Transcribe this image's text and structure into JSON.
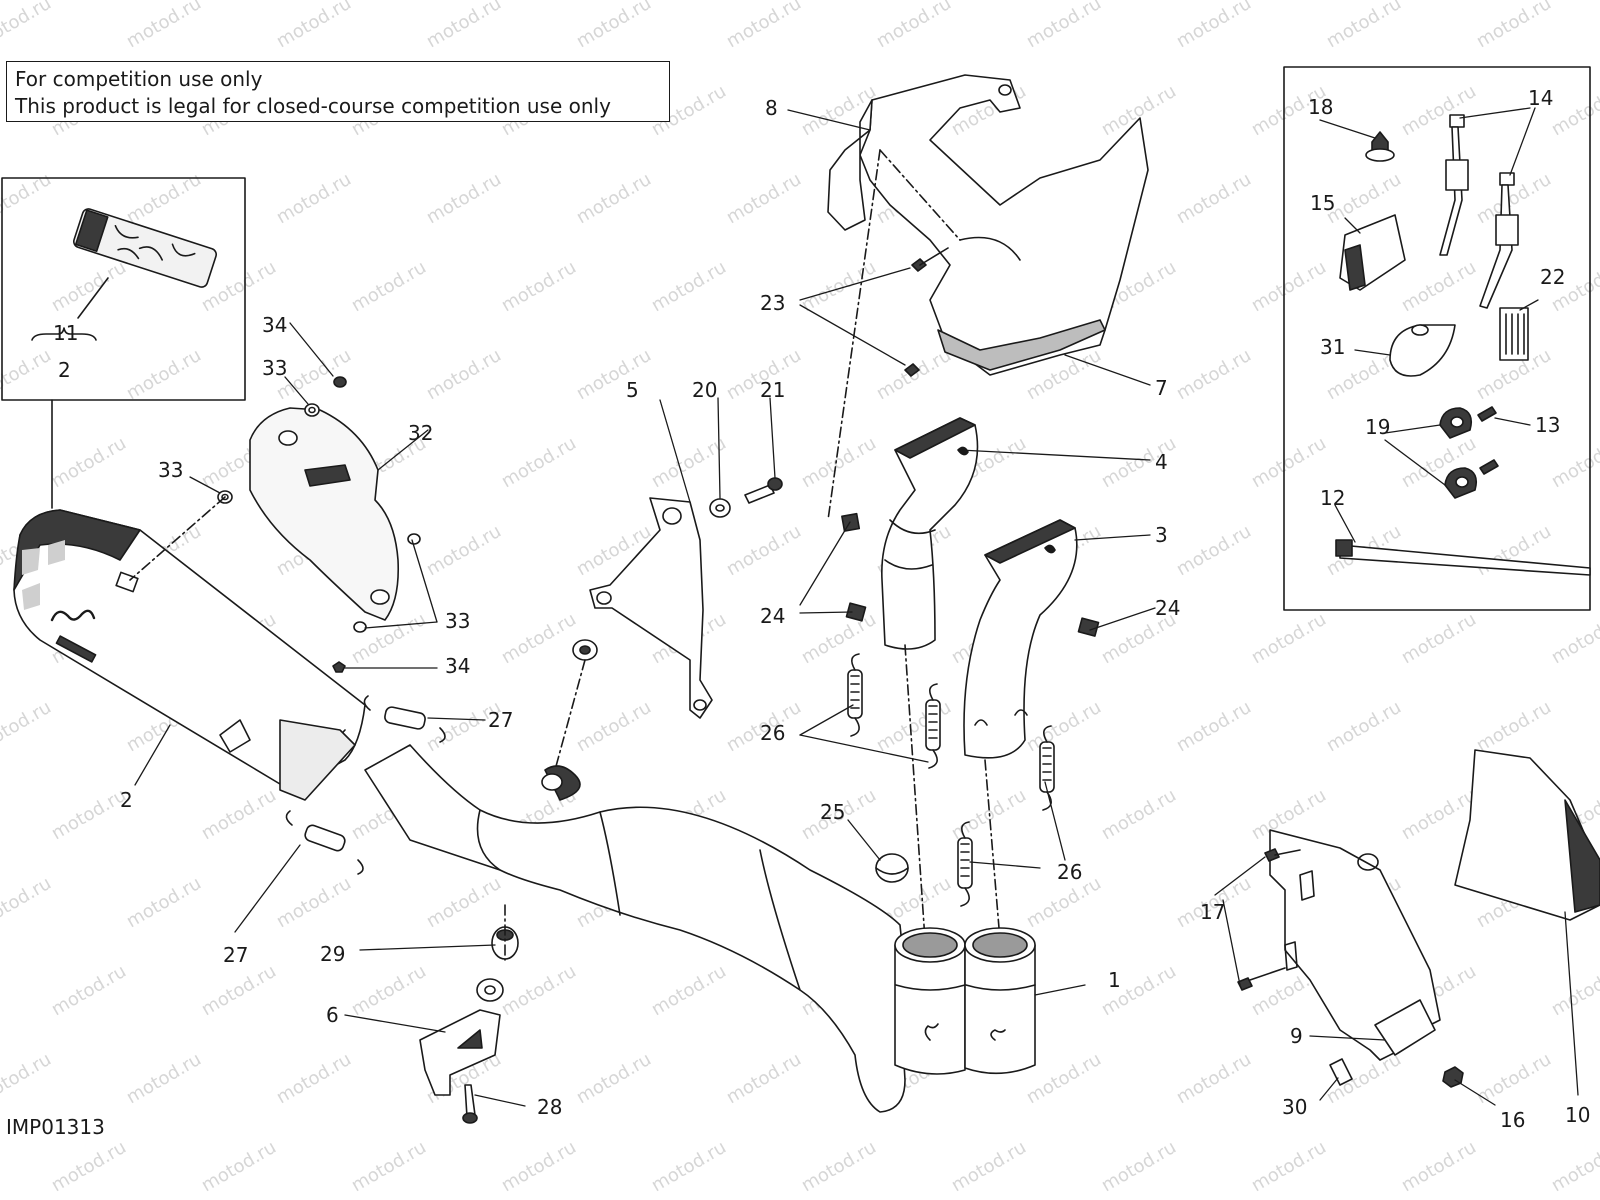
{
  "notice": {
    "line1": "For competition use only",
    "line2": "This product is legal for closed-course competition use only"
  },
  "drawing_code": "IMP01313",
  "watermark": "motod.ru",
  "colors": {
    "ink": "#1a1a1a",
    "watermark": "#d6d6d6",
    "fill_dark": "#3a3a3a",
    "fill_mid": "#9a9a9a"
  },
  "callouts": {
    "c1": "1",
    "c2a": "2",
    "c2b": "2",
    "c3": "3",
    "c4": "4",
    "c5": "5",
    "c6": "6",
    "c7": "7",
    "c8": "8",
    "c9": "9",
    "c10": "10",
    "c11": "11",
    "c12": "12",
    "c13": "13",
    "c14": "14",
    "c15": "15",
    "c16": "16",
    "c17": "17",
    "c18": "18",
    "c19": "19",
    "c20": "20",
    "c21": "21",
    "c22": "22",
    "c23": "23",
    "c24a": "24",
    "c24b": "24",
    "c25": "25",
    "c26a": "26",
    "c26b": "26",
    "c27a": "27",
    "c27b": "27",
    "c28": "28",
    "c29": "29",
    "c30": "30",
    "c31": "31",
    "c32": "32",
    "c33a": "33",
    "c33b": "33",
    "c34a": "34",
    "c34b": "34",
    "c33c": "33"
  }
}
